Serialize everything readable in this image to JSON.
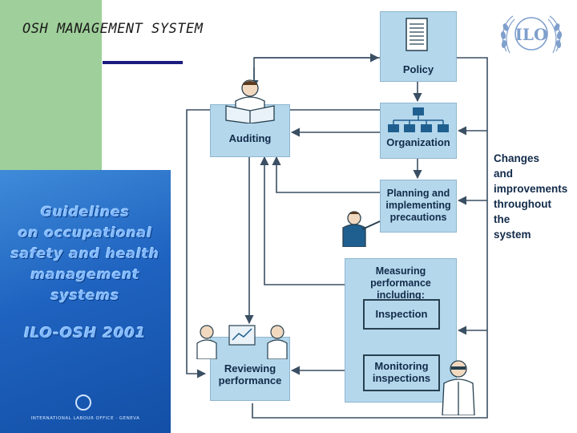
{
  "title": "OSH MANAGEMENT SYSTEM",
  "cover": {
    "title_lines": [
      "Guidelines",
      "on occupational",
      "safety and health",
      "management",
      "systems"
    ],
    "subtitle": "ILO-OSH 2001",
    "publisher": "INTERNATIONAL LABOUR OFFICE · GENEVA"
  },
  "logo": {
    "text": "ILO"
  },
  "diagram": {
    "boxes": {
      "policy": "Policy",
      "organization": "Organization",
      "auditing": "Auditing",
      "planning": "Planning and implementing precautions",
      "measuring": "Measuring performance including:",
      "inspection": "Inspection",
      "monitoring": "Monitoring inspections",
      "reviewing": "Reviewing performance"
    },
    "side_note": "Changes\nand\nimprovements\nthroughout\nthe\nsystem"
  },
  "colors": {
    "box_fill": "#b4d7ec",
    "arrow": "#3a4f63",
    "title_underline": "#1c1c80",
    "side_bar": "#9fcf9a",
    "cover_blue": "#1f63c0"
  }
}
